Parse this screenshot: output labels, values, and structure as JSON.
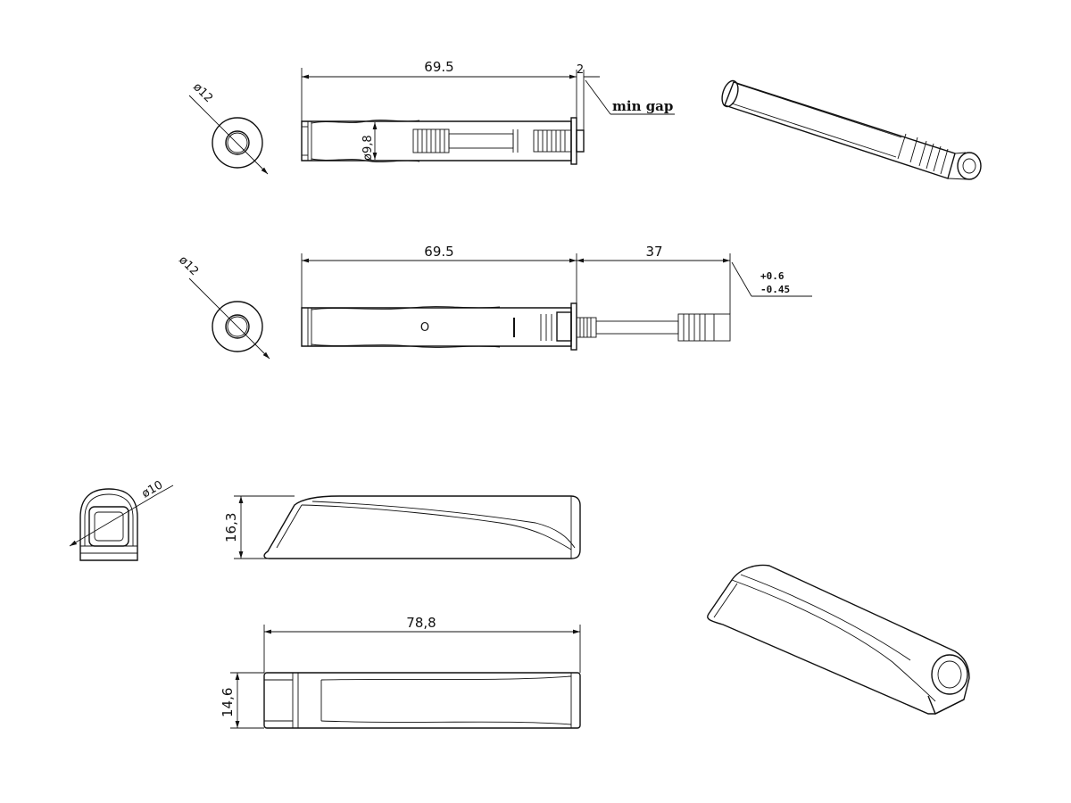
{
  "view1": {
    "length": "69.5",
    "gap": "2",
    "gap_label": "min gap",
    "outer_diameter": "ø12",
    "inner_diameter": "ø9,8"
  },
  "view2": {
    "length": "69.5",
    "stroke": "37",
    "tol_plus": "+0.6",
    "tol_minus": "-0.45",
    "outer_diameter": "ø12",
    "body_mark": "O"
  },
  "housing": {
    "end_diameter": "ø10",
    "height": "16,3",
    "length": "78,8",
    "width": "14,6"
  }
}
